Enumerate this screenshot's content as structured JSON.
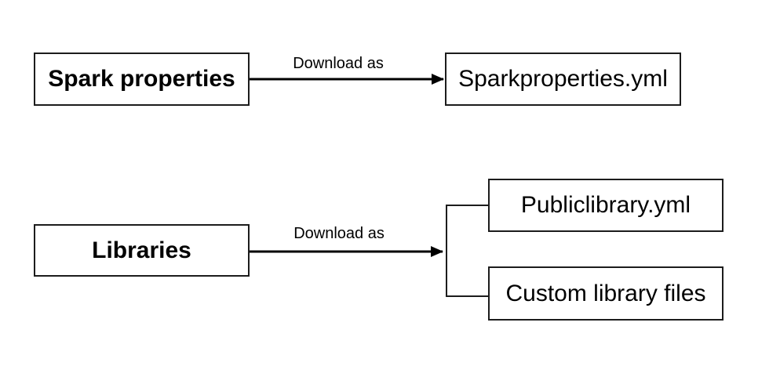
{
  "diagram": {
    "colors": {
      "background": "#ffffff",
      "box_fill": "#ffffff",
      "box_border": "#1c1c1c",
      "line": "#000000",
      "text": "#000000"
    },
    "flows": [
      {
        "source": {
          "label": "Spark properties"
        },
        "edge_label": "Download as",
        "targets": [
          {
            "label": "Sparkproperties.yml"
          }
        ]
      },
      {
        "source": {
          "label": "Libraries"
        },
        "edge_label": "Download as",
        "targets": [
          {
            "label": "Publiclibrary.yml"
          },
          {
            "label": "Custom library files"
          }
        ]
      }
    ]
  }
}
